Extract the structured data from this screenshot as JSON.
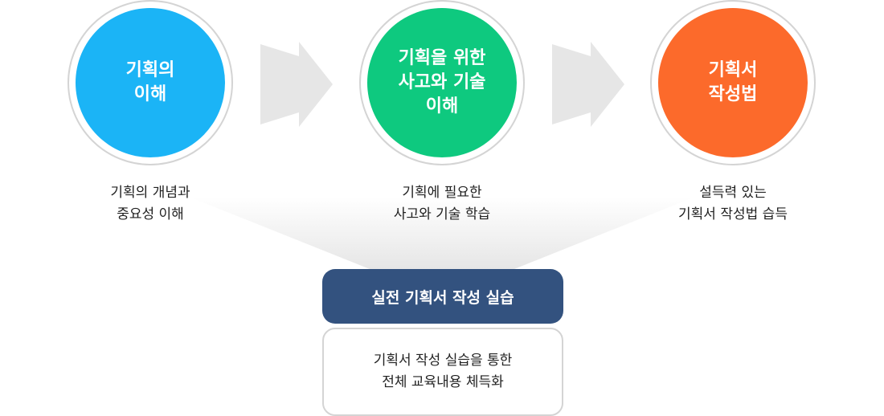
{
  "steps": [
    {
      "title": "기획의\n이해",
      "description": "기획의 개념과\n중요성 이해",
      "color": "#1bb4f6"
    },
    {
      "title": "기획을 위한\n사고와 기술\n이해",
      "description": "기획에 필요한\n사고와 기술 학습",
      "color": "#0ec97f"
    },
    {
      "title": "기획서\n작성법",
      "description": "설득력 있는\n기획서 작성법 습득",
      "color": "#fc6a2b"
    }
  ],
  "final": {
    "title": "실전 기획서 작성 실습",
    "description": "기획서 작성 실습을 통한\n전체 교육내용 체득화",
    "color": "#33527f"
  }
}
